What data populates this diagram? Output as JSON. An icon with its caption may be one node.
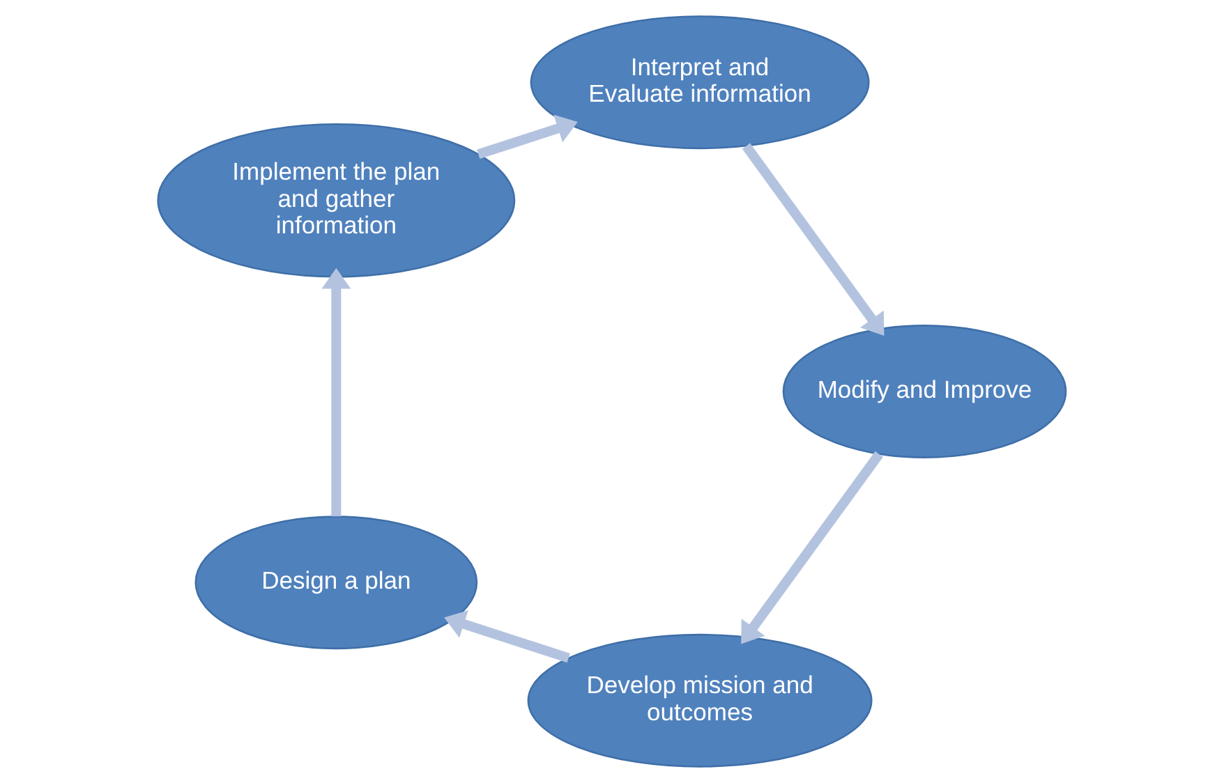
{
  "diagram": {
    "nodes": [
      {
        "text": [
          "Develop mission and outcomes"
        ]
      },
      {
        "text": [
          "Design a plan"
        ]
      },
      {
        "text": [
          "Implement the plan and gather information"
        ]
      },
      {
        "text": [
          "Interpret and Evaluate information"
        ]
      },
      {
        "text": [
          "Modify and Improve"
        ]
      }
    ],
    "edges": [
      {
        "from": 0,
        "to": 1,
        "arrow": "to"
      },
      {
        "from": 1,
        "to": 2,
        "arrow": "to"
      },
      {
        "from": 2,
        "to": 3,
        "arrow": "to"
      },
      {
        "from": 3,
        "to": 4,
        "arrow": "to"
      },
      {
        "from": 4,
        "to": 0,
        "arrow": "to"
      }
    ]
  }
}
